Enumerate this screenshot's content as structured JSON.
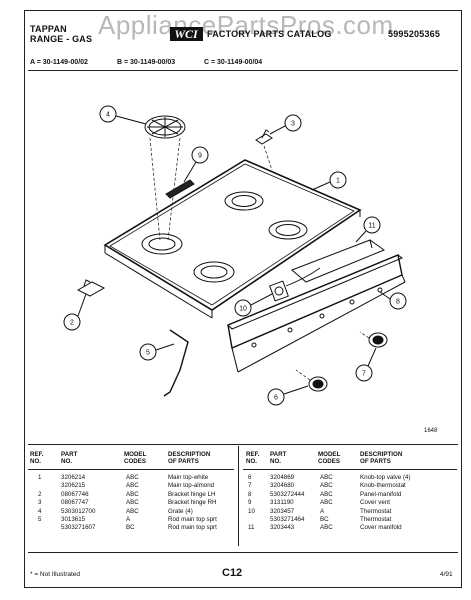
{
  "watermark": "AppliancePartsPros.com",
  "header": {
    "brand": "TAPPAN",
    "category": "RANGE - GAS",
    "catalog_title": "FACTORY PARTS CATALOG",
    "catalog_number": "5995205365",
    "model_a": "A = 30-1149-00/02",
    "model_b": "B = 30-1149-00/03",
    "model_c": "C = 30-1149-00/04"
  },
  "diagram": {
    "callouts": [
      "1",
      "2",
      "3",
      "4",
      "5",
      "6",
      "7",
      "8",
      "9",
      "10",
      "11"
    ],
    "figure_number": "1648"
  },
  "table": {
    "headers": {
      "ref": "REF. NO.",
      "part": "PART NO.",
      "model": "MODEL CODES",
      "desc": "DESCRIPTION OF PARTS"
    },
    "left_rows": [
      {
        "ref": "1",
        "part": "3206214",
        "model": "ABC",
        "desc": "Main top-white"
      },
      {
        "ref": "",
        "part": "3206215",
        "model": "ABC",
        "desc": "Main top-almond"
      },
      {
        "ref": "2",
        "part": "08067746",
        "model": "ABC",
        "desc": "Bracket hinge LH"
      },
      {
        "ref": "3",
        "part": "08067747",
        "model": "ABC",
        "desc": "Bracket hinge RH"
      },
      {
        "ref": "4",
        "part": "5303012700",
        "model": "ABC",
        "desc": "Grate (4)"
      },
      {
        "ref": "5",
        "part": "3013615",
        "model": "A",
        "desc": "Rod main top sprt"
      },
      {
        "ref": "",
        "part": "5303271607",
        "model": "BC",
        "desc": "Rod main top sprt"
      }
    ],
    "right_rows": [
      {
        "ref": "6",
        "part": "3204869",
        "model": "ABC",
        "desc": "Knob-top valve (4)"
      },
      {
        "ref": "7",
        "part": "3204680",
        "model": "ABC",
        "desc": "Knob-thermostat"
      },
      {
        "ref": "8",
        "part": "5303272444",
        "model": "ABC",
        "desc": "Panel-manifold"
      },
      {
        "ref": "9",
        "part": "3131190",
        "model": "ABC",
        "desc": "Cover vent"
      },
      {
        "ref": "10",
        "part": "3203457",
        "model": "A",
        "desc": "Thermostat"
      },
      {
        "ref": "",
        "part": "5303271464",
        "model": "BC",
        "desc": "Thermostat"
      },
      {
        "ref": "11",
        "part": "3203443",
        "model": "ABC",
        "desc": "Cover manifold"
      }
    ]
  },
  "footer": {
    "note": "* = Not Illustrated",
    "page": "C12",
    "date": "4/91"
  }
}
